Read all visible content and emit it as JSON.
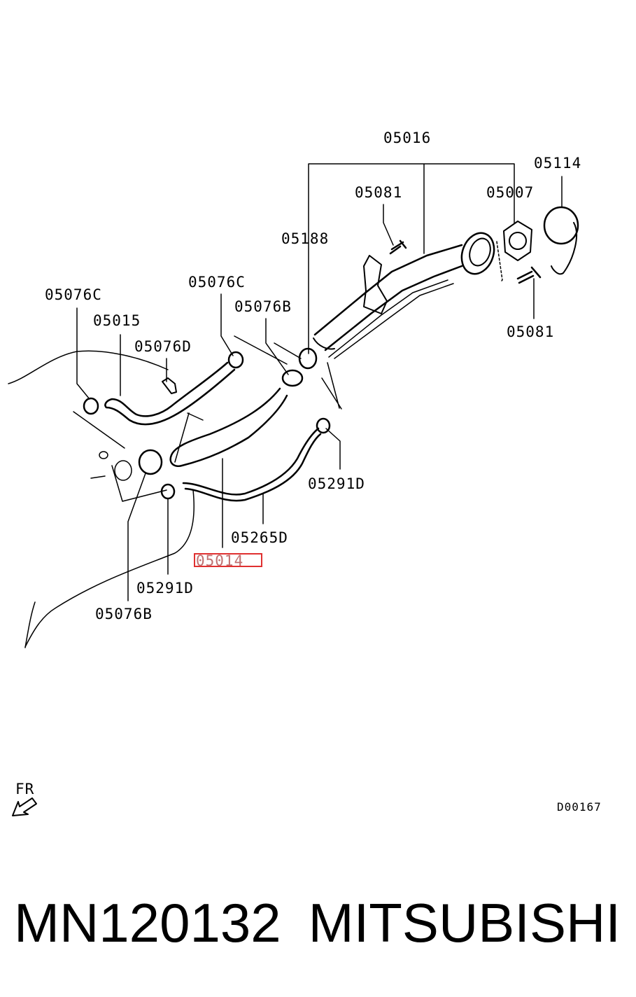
{
  "callouts": {
    "p05016": "05016",
    "p05114": "05114",
    "p05081_top": "05081",
    "p05007": "05007",
    "p05188": "05188",
    "p05076C_left": "05076C",
    "p05076C_mid": "05076C",
    "p05015": "05015",
    "p05076B_mid": "05076B",
    "p05076D": "05076D",
    "p05081_right": "05081",
    "p05291D_right": "05291D",
    "p05265D": "05265D",
    "p05014": "05014",
    "p05291D_bottom": "05291D",
    "p05076B_bottom": "05076B"
  },
  "direction_label": "FR",
  "diagram_code": "D00167",
  "caption": {
    "part_number": "MN120132",
    "brand": "MITSUBISHI"
  },
  "highlight_color": "#e03030"
}
